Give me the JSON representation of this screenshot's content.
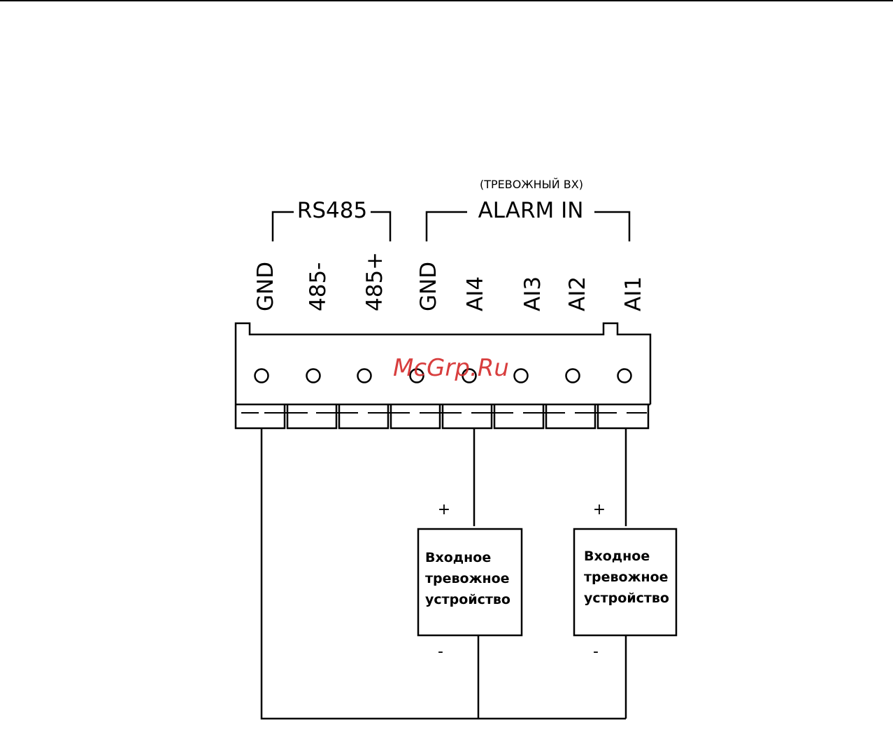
{
  "groups": {
    "rs485": "RS485",
    "alarm_in": "ALARM IN",
    "alarm_in_translation": "(ТРЕВОЖНЫЙ ВХ)"
  },
  "pins": [
    "GND",
    "485-",
    "485+",
    "GND",
    "AI4",
    "AI3",
    "AI2",
    "AI1"
  ],
  "watermark": "McGrp.Ru",
  "devices": [
    {
      "line1": "Входное",
      "line2": "тревожное",
      "line3": "устройство",
      "plus": "+",
      "minus": "-"
    },
    {
      "line1": "Входное",
      "line2": "тревожное",
      "line3": "устройство",
      "plus": "+",
      "minus": "-"
    }
  ],
  "colors": {
    "line": "#000000",
    "watermark": "#d42a2a",
    "background": "#ffffff"
  }
}
